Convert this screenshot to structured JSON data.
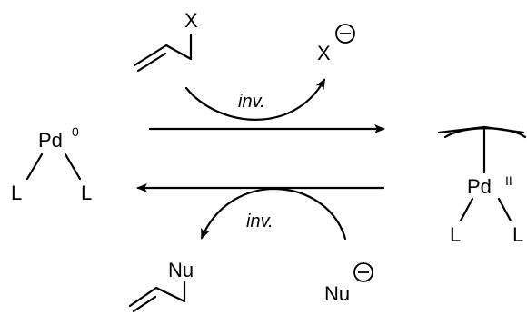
{
  "pd0_complex": {
    "metal": "Pd",
    "oxidation_state": "0",
    "ligand_left": "L",
    "ligand_right": "L"
  },
  "pd2_complex": {
    "metal": "Pd",
    "oxidation_state": "II",
    "ligand_left": "L",
    "ligand_right": "L"
  },
  "allyl_substrate": {
    "leaving_group": "X"
  },
  "leaving_group_anion": {
    "symbol": "X"
  },
  "allyl_product": {
    "nucleophile": "Nu"
  },
  "nucleophile_anion": {
    "symbol": "Nu"
  },
  "forward_step": {
    "label": "inv."
  },
  "reverse_step": {
    "label": "inv."
  }
}
